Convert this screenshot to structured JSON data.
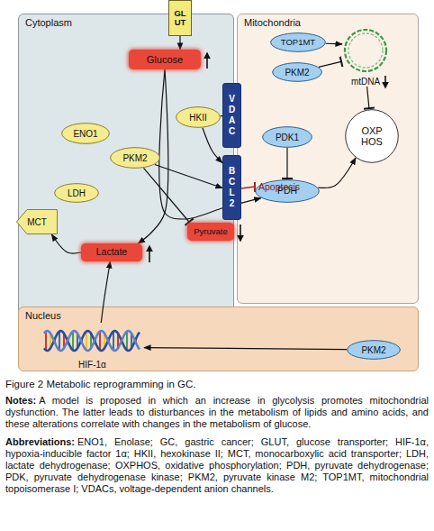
{
  "diagram": {
    "caption": "Figure 2 Metabolic reprogramming in GC.",
    "nodes": [
      {
        "text": [
          "GL UT"
        ]
      },
      {
        "text": [
          "Cytoplasm"
        ]
      },
      {
        "text": [
          "Glucose"
        ],
        "in": 1
      },
      {
        "text": [
          "HKII"
        ],
        "in": 1
      },
      {
        "text": [
          "ENO1"
        ],
        "in": 1
      },
      {
        "text": [
          "PKM2"
        ],
        "in": 1
      },
      {
        "text": [
          "LDH"
        ],
        "in": 1
      },
      {
        "text": [
          "MCT"
        ],
        "in": 1
      },
      {
        "text": [
          "Lactate"
        ],
        "in": 1
      },
      {
        "text": [
          "Pyruvate"
        ],
        "in": 1
      },
      {
        "text": [
          "VDAC"
        ]
      },
      {
        "text": [
          "BCL2"
        ]
      },
      {
        "text": [
          "Mitochondria"
        ]
      },
      {
        "text": [
          "TOP1MT"
        ],
        "in": 12
      },
      {
        "text": [
          "PKM2"
        ],
        "in": 12
      },
      {
        "text": [
          "mtDNA"
        ],
        "in": 12
      },
      {
        "text": [
          "PDK1"
        ],
        "in": 12
      },
      {
        "text": [
          "PDH"
        ],
        "in": 12
      },
      {
        "text": [
          "OXP HOS"
        ],
        "in": 12
      },
      {
        "text": [
          "Nucleus"
        ]
      },
      {
        "text": [
          "HIF-1α"
        ],
        "in": 19
      },
      {
        "text": [
          "PKM2"
        ],
        "in": 19
      }
    ],
    "edges": [
      {
        "from": 0,
        "to": 2,
        "arrow": "to"
      },
      {
        "from": 2,
        "to": 8,
        "arrow": "to"
      },
      {
        "from": 2,
        "to": 17,
        "arrow": "to"
      },
      {
        "from": 8,
        "to": 7,
        "arrow": "to"
      },
      {
        "from": 3,
        "to": 10,
        "arrow": "none"
      },
      {
        "from": 3,
        "to": 11,
        "arrow": "to"
      },
      {
        "from": 5,
        "to": 11,
        "arrow": "to"
      },
      {
        "from": 5,
        "to": 9,
        "arrow": "none"
      },
      {
        "from": 16,
        "to": 17,
        "arrow": "none"
      },
      {
        "from": 17,
        "to": 18,
        "arrow": "to"
      },
      {
        "from": 13,
        "to": 15,
        "arrow": "to"
      },
      {
        "from": 14,
        "to": 15,
        "arrow": "none"
      },
      {
        "from": 15,
        "to": 18,
        "arrow": "none"
      },
      {
        "from": 21,
        "to": 20,
        "arrow": "to"
      },
      {
        "from": 20,
        "to": 8,
        "arrow": "to"
      }
    ],
    "labels": [
      "Apoptosis",
      "Notes:",
      "A model is proposed in which an increase in glycolysis promotes mitochondrial dysfunction. The latter leads to disturbances in the metabolism of lipids and amino acids, and these alterations correlate with changes in the metabolism of glucose.",
      "Abbreviations:",
      "ENO1, Enolase; GC, gastric cancer; GLUT, glucose transporter; HIF-1α, hypoxia-inducible factor 1α; HKII, hexokinase II; MCT, monocarboxylic acid transporter; LDH, lactate dehydrogenase; OXPHOS, oxidative phosphorylation; PDH, pyruvate dehydrogenase; PDK, pyruvate dehydrogenase kinase; PKM2, pyruvate kinase M2; TOP1MT, mitochondrial topoisomerase I; VDACs, voltage-dependent anion channels."
    ]
  }
}
